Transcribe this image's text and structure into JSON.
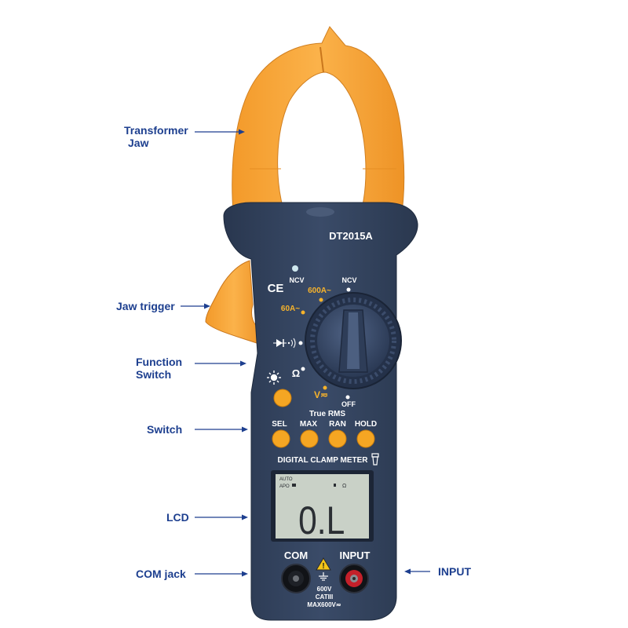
{
  "callouts": {
    "transformer_jaw_line1": "Transformer",
    "transformer_jaw_line2": "Jaw",
    "jaw_trigger": "Jaw trigger",
    "function_switch_line1": "Function",
    "function_switch_line2": "Switch",
    "switch": "Switch",
    "lcd": "LCD",
    "com_jack": "COM jack",
    "input": "INPUT"
  },
  "device": {
    "model": "DT2015A",
    "ce_mark": "CE",
    "ncv_left": "NCV",
    "ncv_right": "NCV",
    "range_600a": "600A~",
    "range_60a": "60A~",
    "ohm": "Ω",
    "volt": "V≂",
    "off": "OFF",
    "true_rms": "True RMS",
    "buttons": [
      "SEL",
      "MAX",
      "RAN",
      "HOLD"
    ],
    "title_strip": "DIGITAL CLAMP METER",
    "lcd_auto": "AUTO",
    "lcd_apo": "APO",
    "lcd_reading": "0.L",
    "lcd_unit": "Ω",
    "jack_com": "COM",
    "jack_input": "INPUT",
    "rating_1": "600V",
    "rating_2": "CATIII",
    "rating_3": "MAX600V≂"
  },
  "colors": {
    "body": "#33445f",
    "jaw": "#f7a53a",
    "button": "#f5a623",
    "label": "#1d3f8f",
    "lcd": "#c9d1c7"
  }
}
